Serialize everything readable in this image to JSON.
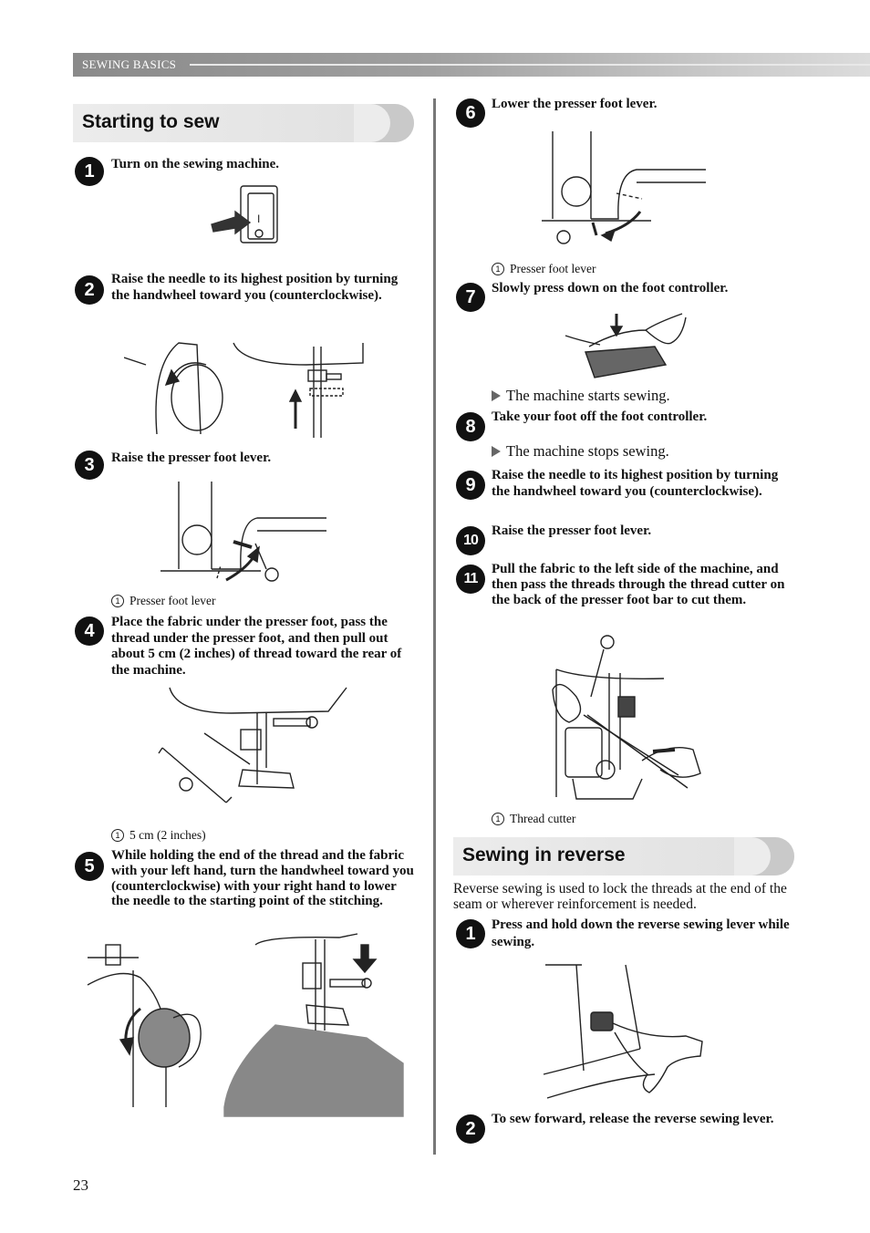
{
  "header": {
    "section_label": "SEWING BASICS"
  },
  "left": {
    "title": "Starting to sew",
    "steps": [
      {
        "num": "1",
        "text": "Turn on the sewing machine."
      },
      {
        "num": "2",
        "text": "Raise the needle to its highest position by turning the handwheel toward you (counterclockwise)."
      },
      {
        "num": "3",
        "text": "Raise the presser foot lever."
      },
      {
        "num": "4",
        "text": "Place the fabric under the presser foot, pass the thread under the presser foot, and then pull out about 5 cm (2 inches) of thread toward the rear of the machine."
      },
      {
        "num": "5",
        "text": "While holding the end of the thread and the fabric with your left hand, turn the handwheel toward you (counterclockwise) with your right hand to lower the needle to the starting point of the stitching."
      }
    ],
    "captions": {
      "step3": "Presser foot lever",
      "step4": "5 cm (2 inches)"
    },
    "callout": "1",
    "switch_on": "I",
    "switch_off": "O"
  },
  "right": {
    "steps": [
      {
        "num": "6",
        "text": "Lower the presser foot lever."
      },
      {
        "num": "7",
        "text": "Slowly press down on the foot controller."
      },
      {
        "num": "8",
        "text": "Take your foot off the foot controller."
      },
      {
        "num": "9",
        "text": "Raise the needle to its highest position by turning the handwheel toward you (counterclockwise)."
      },
      {
        "num": "10",
        "text": "Raise the presser foot lever."
      },
      {
        "num": "11",
        "text": "Pull the fabric to the left side of the machine, and then pass the threads through the thread cutter on the back of the presser foot bar to cut them."
      }
    ],
    "captions": {
      "step6": "Presser foot lever",
      "step11": "Thread cutter"
    },
    "results": {
      "step7": "The machine starts sewing.",
      "step8": "The machine stops sewing."
    },
    "reverse": {
      "title": "Sewing in reverse",
      "intro": "Reverse sewing is used to lock the threads at the end of the seam or wherever reinforcement is needed.",
      "steps": [
        {
          "num": "1",
          "text": "Press and hold down the reverse sewing lever while sewing."
        },
        {
          "num": "2",
          "text": "To sew forward, release the reverse sewing lever."
        }
      ]
    }
  },
  "page_number": "23"
}
